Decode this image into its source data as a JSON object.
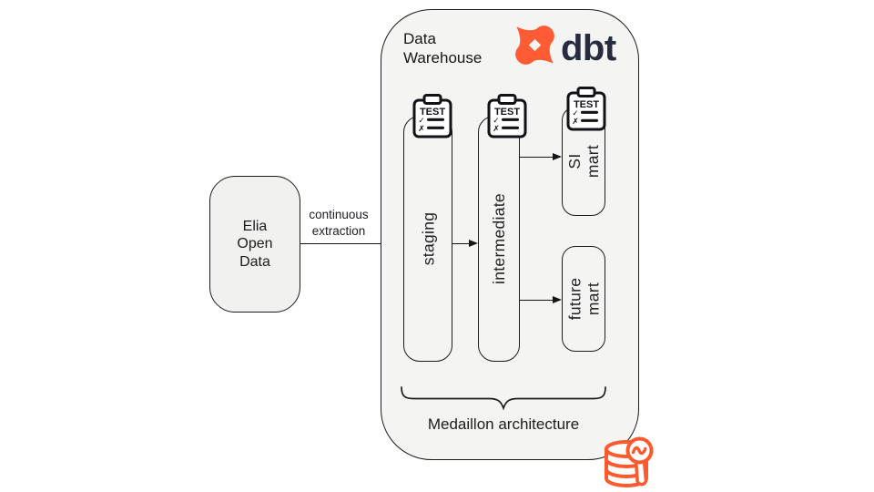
{
  "colors": {
    "dbt_orange": "#ff5c35",
    "dbt_navy": "#262b3f",
    "ink": "#1b1c20",
    "warehouse_fill": "#f4f4f2",
    "node_fill": "#f1f1ef"
  },
  "nodes": {
    "elia": {
      "label": "Elia\nOpen\nData"
    },
    "staging": {
      "label": "staging"
    },
    "intermediate": {
      "label": "intermediate"
    },
    "si_mart": {
      "label": "SI mart"
    },
    "future_mart": {
      "label": "future\nmart"
    }
  },
  "edges": {
    "extraction": {
      "label": "continuous\nextraction"
    }
  },
  "warehouse": {
    "title": "Data\nWarehouse",
    "dbt_text": "dbt"
  },
  "icons": {
    "test_label": "TEST",
    "check_glyph": "✓",
    "cross_glyph": "✗"
  },
  "brace": {
    "label": "Medaillon architecture"
  }
}
